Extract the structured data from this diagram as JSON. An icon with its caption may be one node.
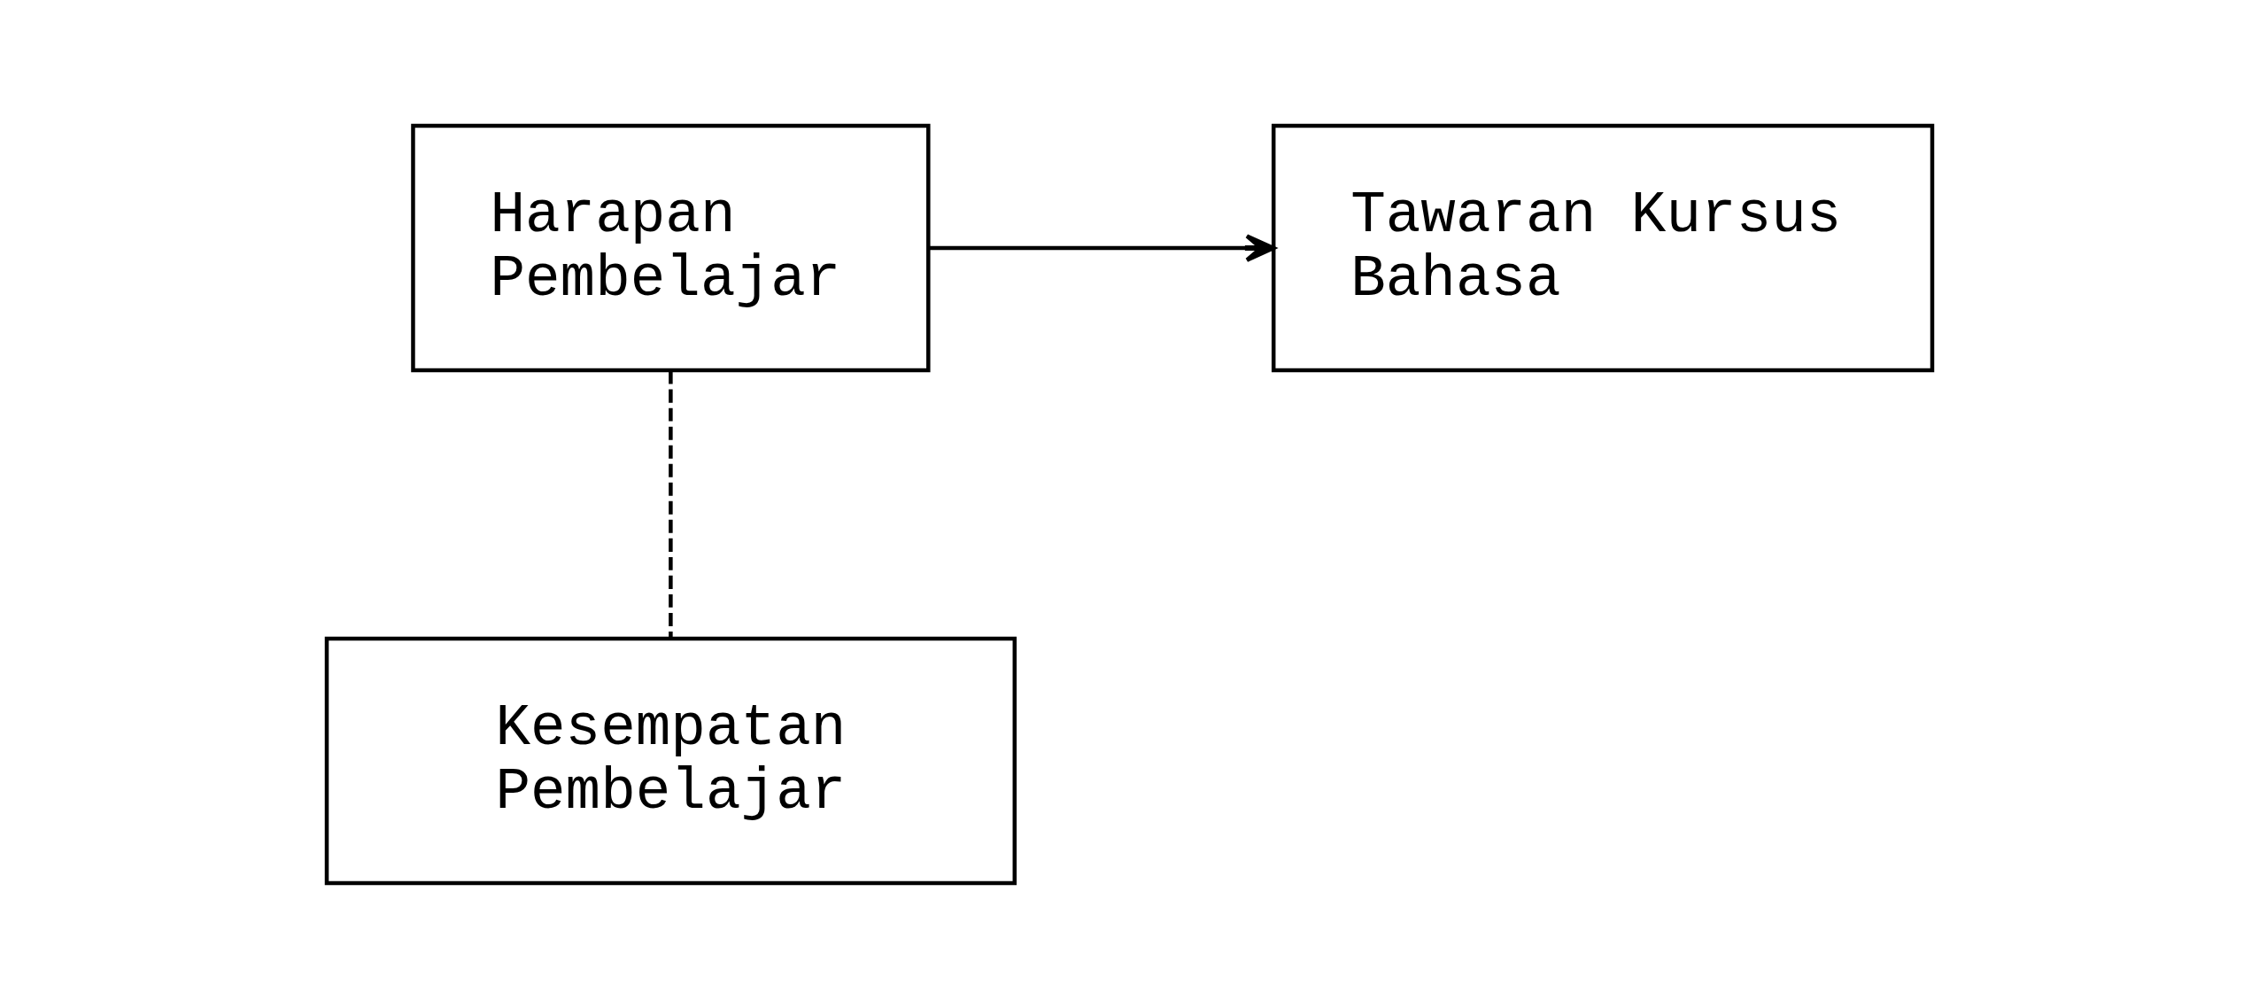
{
  "diagram": {
    "nodes": [
      {
        "text": [
          "Harapan Pembelajar"
        ]
      },
      {
        "text": [
          "Tawaran Kursus Bahasa"
        ]
      },
      {
        "text": [
          "Kesempatan Pembelajar"
        ]
      }
    ],
    "edges": [
      {
        "from": 0,
        "to": 1,
        "arrow": "to"
      },
      {
        "from": 0,
        "to": 2,
        "arrow": "none",
        "style": "dashed"
      }
    ]
  }
}
